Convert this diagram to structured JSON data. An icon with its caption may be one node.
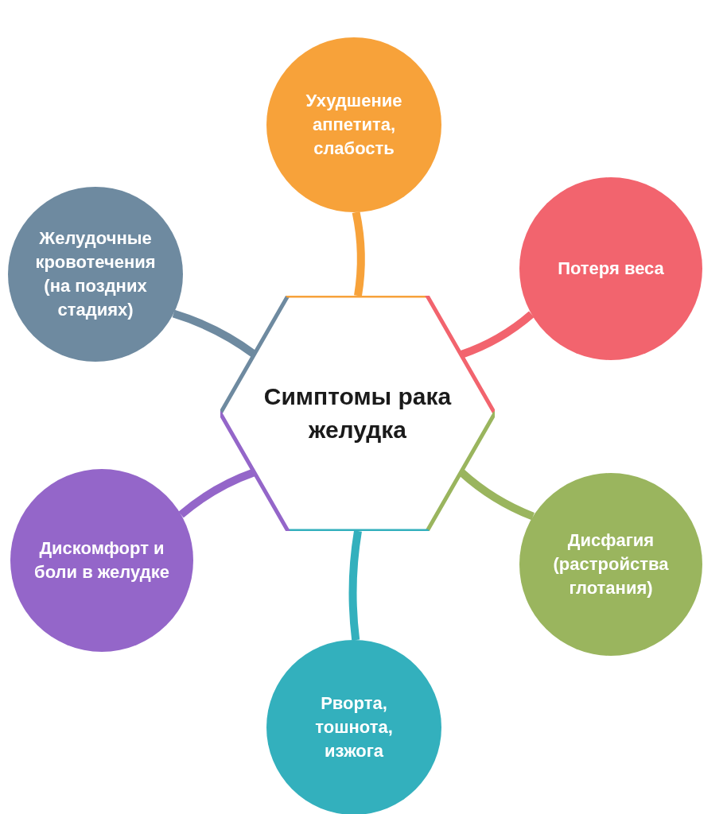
{
  "diagram": {
    "nodes": [
      {
        "text": [
          "Симптомы рака желудка"
        ]
      },
      {
        "text": [
          "Ухудшение аппетита, слабость"
        ]
      },
      {
        "text": [
          "Желудочные кровотечения (на поздних стадиях)"
        ]
      },
      {
        "text": [
          "Потеря веса"
        ]
      },
      {
        "text": [
          "Дискомфорт и боли в желудке"
        ]
      },
      {
        "text": [
          "Дисфагия (растройства глотания)"
        ]
      },
      {
        "text": [
          "Рворта, тошнота, изжога"
        ]
      }
    ],
    "edges": [
      {
        "from": 0,
        "to": 1,
        "arrow": "none",
        "color": "#f7a23a"
      },
      {
        "from": 0,
        "to": 2,
        "arrow": "none",
        "color": "#6e8aa0"
      },
      {
        "from": 0,
        "to": 3,
        "arrow": "none",
        "color": "#f2646e"
      },
      {
        "from": 0,
        "to": 4,
        "arrow": "none",
        "color": "#9466c9"
      },
      {
        "from": 0,
        "to": 5,
        "arrow": "none",
        "color": "#9ab55e"
      },
      {
        "from": 0,
        "to": 6,
        "arrow": "none",
        "color": "#33b0bd"
      }
    ]
  }
}
